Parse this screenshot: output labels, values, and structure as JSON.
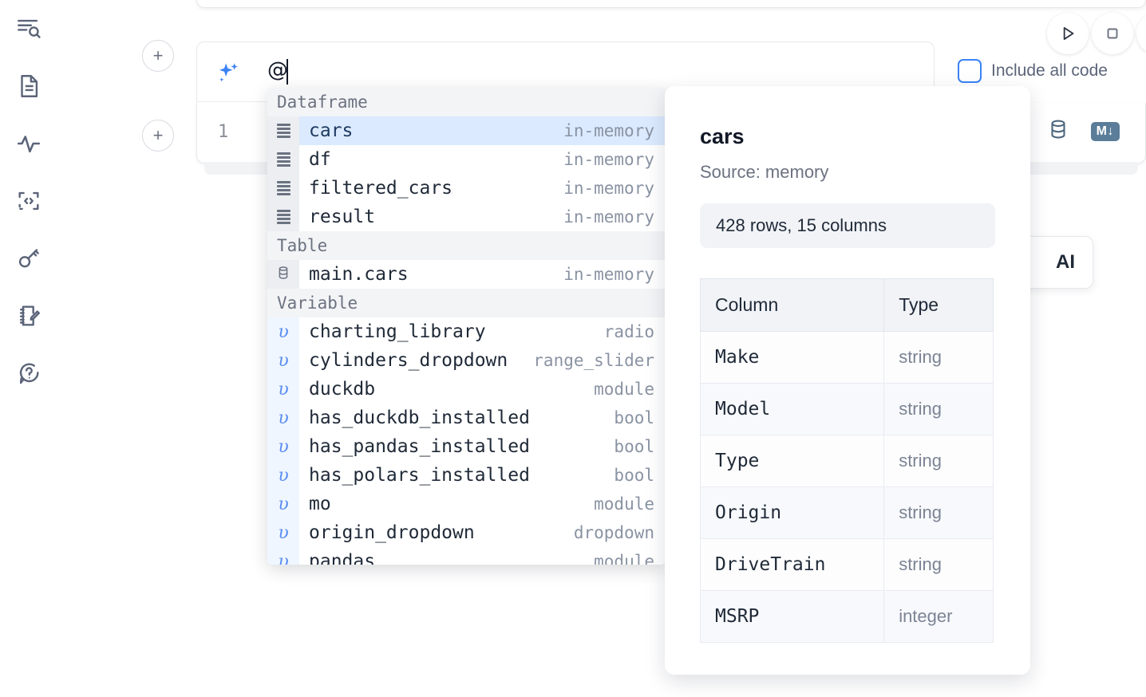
{
  "sidebar": {
    "items": [
      {
        "name": "explore-search-icon",
        "label": "Explore"
      },
      {
        "name": "file-document-icon",
        "label": "Files"
      },
      {
        "name": "activity-pulse-icon",
        "label": "Activity"
      },
      {
        "name": "code-brackets-icon",
        "label": "Snippets"
      },
      {
        "name": "key-icon",
        "label": "Secrets"
      },
      {
        "name": "notebook-edit-icon",
        "label": "Scratchpad"
      },
      {
        "name": "help-chat-icon",
        "label": "Help"
      }
    ]
  },
  "toolbar": {
    "run_label": "Run",
    "stop_label": "Stop",
    "extra_label": "More",
    "include_all_code_label": "Include all code",
    "include_all_code_checked": false
  },
  "ai_prompt": {
    "value": "@",
    "icon": "sparkle-icon",
    "add_button_label": "+"
  },
  "code_cell": {
    "line_number": "1",
    "add_button_label": "+",
    "database_icon": "database-icon",
    "markdown_badge": "M↓"
  },
  "ai_card": {
    "text": "AI"
  },
  "completion": {
    "sections": [
      {
        "header": "Dataframe",
        "icon": "list-lines-icon",
        "kind": "df",
        "rows": [
          {
            "name": "cars",
            "meta": "in-memory",
            "selected": true
          },
          {
            "name": "df",
            "meta": "in-memory",
            "selected": false
          },
          {
            "name": "filtered_cars",
            "meta": "in-memory",
            "selected": false
          },
          {
            "name": "result",
            "meta": "in-memory",
            "selected": false
          }
        ]
      },
      {
        "header": "Table",
        "icon": "database-icon",
        "kind": "table",
        "rows": [
          {
            "name": "main.cars",
            "meta": "in-memory",
            "selected": false
          }
        ]
      },
      {
        "header": "Variable",
        "icon": "variable-icon",
        "kind": "var",
        "rows": [
          {
            "name": "charting_library",
            "meta": "radio",
            "selected": false
          },
          {
            "name": "cylinders_dropdown",
            "meta": "range_slider",
            "selected": false
          },
          {
            "name": "duckdb",
            "meta": "module",
            "selected": false
          },
          {
            "name": "has_duckdb_installed",
            "meta": "bool",
            "selected": false
          },
          {
            "name": "has_pandas_installed",
            "meta": "bool",
            "selected": false
          },
          {
            "name": "has_polars_installed",
            "meta": "bool",
            "selected": false
          },
          {
            "name": "mo",
            "meta": "module",
            "selected": false
          },
          {
            "name": "origin_dropdown",
            "meta": "dropdown",
            "selected": false
          },
          {
            "name": "pandas",
            "meta": "module",
            "selected": false
          }
        ]
      }
    ]
  },
  "detail": {
    "title": "cars",
    "source": "Source: memory",
    "stats": "428 rows, 15 columns",
    "columns_header": "Column",
    "type_header": "Type",
    "rows": [
      {
        "column": "Make",
        "type": "string"
      },
      {
        "column": "Model",
        "type": "string"
      },
      {
        "column": "Type",
        "type": "string"
      },
      {
        "column": "Origin",
        "type": "string"
      },
      {
        "column": "DriveTrain",
        "type": "string"
      },
      {
        "column": "MSRP",
        "type": "integer"
      }
    ]
  },
  "colors": {
    "accent_blue": "#3b82f6",
    "selected_row_bg": "#dbeafe",
    "section_header_bg": "#f3f4f6",
    "icon_gutter_bg": "#eceef1",
    "variable_gutter_bg": "#eff6ff",
    "muted_text": "#8a93a3",
    "md_badge_bg": "#5b7d99"
  }
}
